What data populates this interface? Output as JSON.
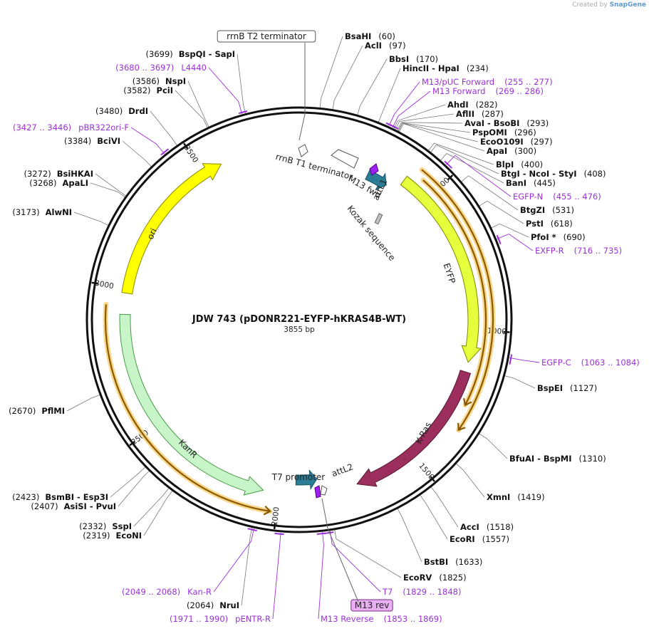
{
  "credit": {
    "created_by": "Created by",
    "brand": "SnapGene"
  },
  "plasmid": {
    "name": "JDW 743 (pDONR221-EYFP-hKRAS4B-WT)",
    "length_label": "3855 bp",
    "length": 3855
  },
  "ticks": [
    {
      "bp": 500,
      "label": "500"
    },
    {
      "bp": 1000,
      "label": "1000"
    },
    {
      "bp": 1500,
      "label": "1500"
    },
    {
      "bp": 2000,
      "label": "2000"
    },
    {
      "bp": 2500,
      "label": "2500"
    },
    {
      "bp": 3000,
      "label": "3000"
    },
    {
      "bp": 3500,
      "label": "3500"
    }
  ],
  "sites": [
    {
      "name": "BsaHI",
      "pos": "(60)",
      "bp": 60
    },
    {
      "name": "AclI",
      "pos": "(97)",
      "bp": 97
    },
    {
      "name": "BbsI",
      "pos": "(170)",
      "bp": 170
    },
    {
      "name": "HincII  - HpaI",
      "pos": "(234)",
      "bp": 234
    },
    {
      "name": "AhdI",
      "pos": "(282)",
      "bp": 282
    },
    {
      "name": "AflII",
      "pos": "(287)",
      "bp": 287
    },
    {
      "name": "AvaI  - BsoBI",
      "pos": "(293)",
      "bp": 293
    },
    {
      "name": "PspOMI",
      "pos": "(296)",
      "bp": 296
    },
    {
      "name": "EcoO109I",
      "pos": "(297)",
      "bp": 297
    },
    {
      "name": "ApaI",
      "pos": "(300)",
      "bp": 300
    },
    {
      "name": "BlpI",
      "pos": "(400)",
      "bp": 400
    },
    {
      "name": "BtgI  - NcoI  - StyI",
      "pos": "(408)",
      "bp": 408
    },
    {
      "name": "BanI",
      "pos": "(445)",
      "bp": 445
    },
    {
      "name": "BtgZI",
      "pos": "(531)",
      "bp": 531
    },
    {
      "name": "PstI",
      "pos": "(618)",
      "bp": 618
    },
    {
      "name": "PfoI *",
      "pos": "(690)",
      "bp": 690
    },
    {
      "name": "BspEI",
      "pos": "(1127)",
      "bp": 1127
    },
    {
      "name": "BfuAI  - BspMI",
      "pos": "(1310)",
      "bp": 1310
    },
    {
      "name": "XmnI",
      "pos": "(1419)",
      "bp": 1419
    },
    {
      "name": "AccI",
      "pos": "(1518)",
      "bp": 1518
    },
    {
      "name": "EcoRI",
      "pos": "(1557)",
      "bp": 1557
    },
    {
      "name": "BstBI",
      "pos": "(1633)",
      "bp": 1633
    },
    {
      "name": "EcoRV",
      "pos": "(1825)",
      "bp": 1825
    },
    {
      "name": "NruI",
      "pos": "(2064)",
      "bp": 2064
    },
    {
      "name": "EcoNI",
      "pos": "(2319)",
      "bp": 2319
    },
    {
      "name": "SspI",
      "pos": "(2332)",
      "bp": 2332
    },
    {
      "name": "AsiSI  - PvuI",
      "pos": "(2407)",
      "bp": 2407
    },
    {
      "name": "BsmBI  - Esp3I",
      "pos": "(2423)",
      "bp": 2423
    },
    {
      "name": "PflMI",
      "pos": "(2670)",
      "bp": 2670
    },
    {
      "name": "AlwNI",
      "pos": "(3173)",
      "bp": 3173
    },
    {
      "name": "ApaLI",
      "pos": "(3268)",
      "bp": 3268
    },
    {
      "name": "BsiHKAI",
      "pos": "(3272)",
      "bp": 3272
    },
    {
      "name": "BciVI",
      "pos": "(3384)",
      "bp": 3384
    },
    {
      "name": "DrdI",
      "pos": "(3480)",
      "bp": 3480
    },
    {
      "name": "PciI",
      "pos": "(3582)",
      "bp": 3582
    },
    {
      "name": "NspI",
      "pos": "(3586)",
      "bp": 3586
    },
    {
      "name": "BspQI  - SapI",
      "pos": "(3699)",
      "bp": 3699
    }
  ],
  "primers": [
    {
      "name": "M13/pUC Forward",
      "range": "(255 .. 277)",
      "start": 255,
      "end": 277
    },
    {
      "name": "M13 Forward",
      "range": "(269 .. 286)",
      "start": 269,
      "end": 286
    },
    {
      "name": "EGFP-N",
      "range": "(455 .. 476)",
      "start": 455,
      "end": 476
    },
    {
      "name": "EXFP-R",
      "range": "(716 .. 735)",
      "start": 716,
      "end": 735
    },
    {
      "name": "EGFP-C",
      "range": "(1063 .. 1084)",
      "start": 1063,
      "end": 1084
    },
    {
      "name": "T7",
      "range": "(1829 .. 1848)",
      "start": 1829,
      "end": 1848
    },
    {
      "name": "M13 Reverse",
      "range": "(1853 .. 1869)",
      "start": 1853,
      "end": 1869
    },
    {
      "name": "pENTR-R",
      "range": "(1971 .. 1990)",
      "start": 1971,
      "end": 1990
    },
    {
      "name": "Kan-R",
      "range": "(2049 .. 2068)",
      "start": 2049,
      "end": 2068
    },
    {
      "name": "pBR322ori-F",
      "range": "(3427 .. 3446)",
      "start": 3427,
      "end": 3446
    },
    {
      "name": "L4440",
      "range": "(3680 .. 3697)",
      "start": 3680,
      "end": 3697
    }
  ],
  "features": [
    {
      "name": "EYFP",
      "color": "#e6ff3d",
      "stroke": "#7a8a00"
    },
    {
      "name": "K-Ras",
      "color": "#9b2e5c",
      "stroke": "#5a1a35"
    },
    {
      "name": "KanR",
      "color": "#c8f5c8",
      "stroke": "#4a9a4a"
    },
    {
      "name": "ori",
      "color": "#ffff00",
      "stroke": "#8a8a00"
    },
    {
      "name": "attL1",
      "color": "#2a7d94",
      "stroke": "#1a5566"
    },
    {
      "name": "attL2",
      "color": "#2a7d94",
      "stroke": "#1a5566"
    },
    {
      "name": "M13 fwd",
      "color": "#a020f0"
    },
    {
      "name": "Kozak sequence",
      "color": "#c0c0c0"
    },
    {
      "name": "rrnB T1 terminator",
      "color": "#ffffff"
    },
    {
      "name": "rrnB T2 terminator",
      "color": "#ffffff"
    },
    {
      "name": "T7 promoter",
      "color": "#ffffff"
    },
    {
      "name": "M13 rev",
      "color": "#e8b0f0"
    }
  ],
  "colors": {
    "orf": "#f5a623",
    "primer": "#9b30d9",
    "backbone": "#111111"
  }
}
